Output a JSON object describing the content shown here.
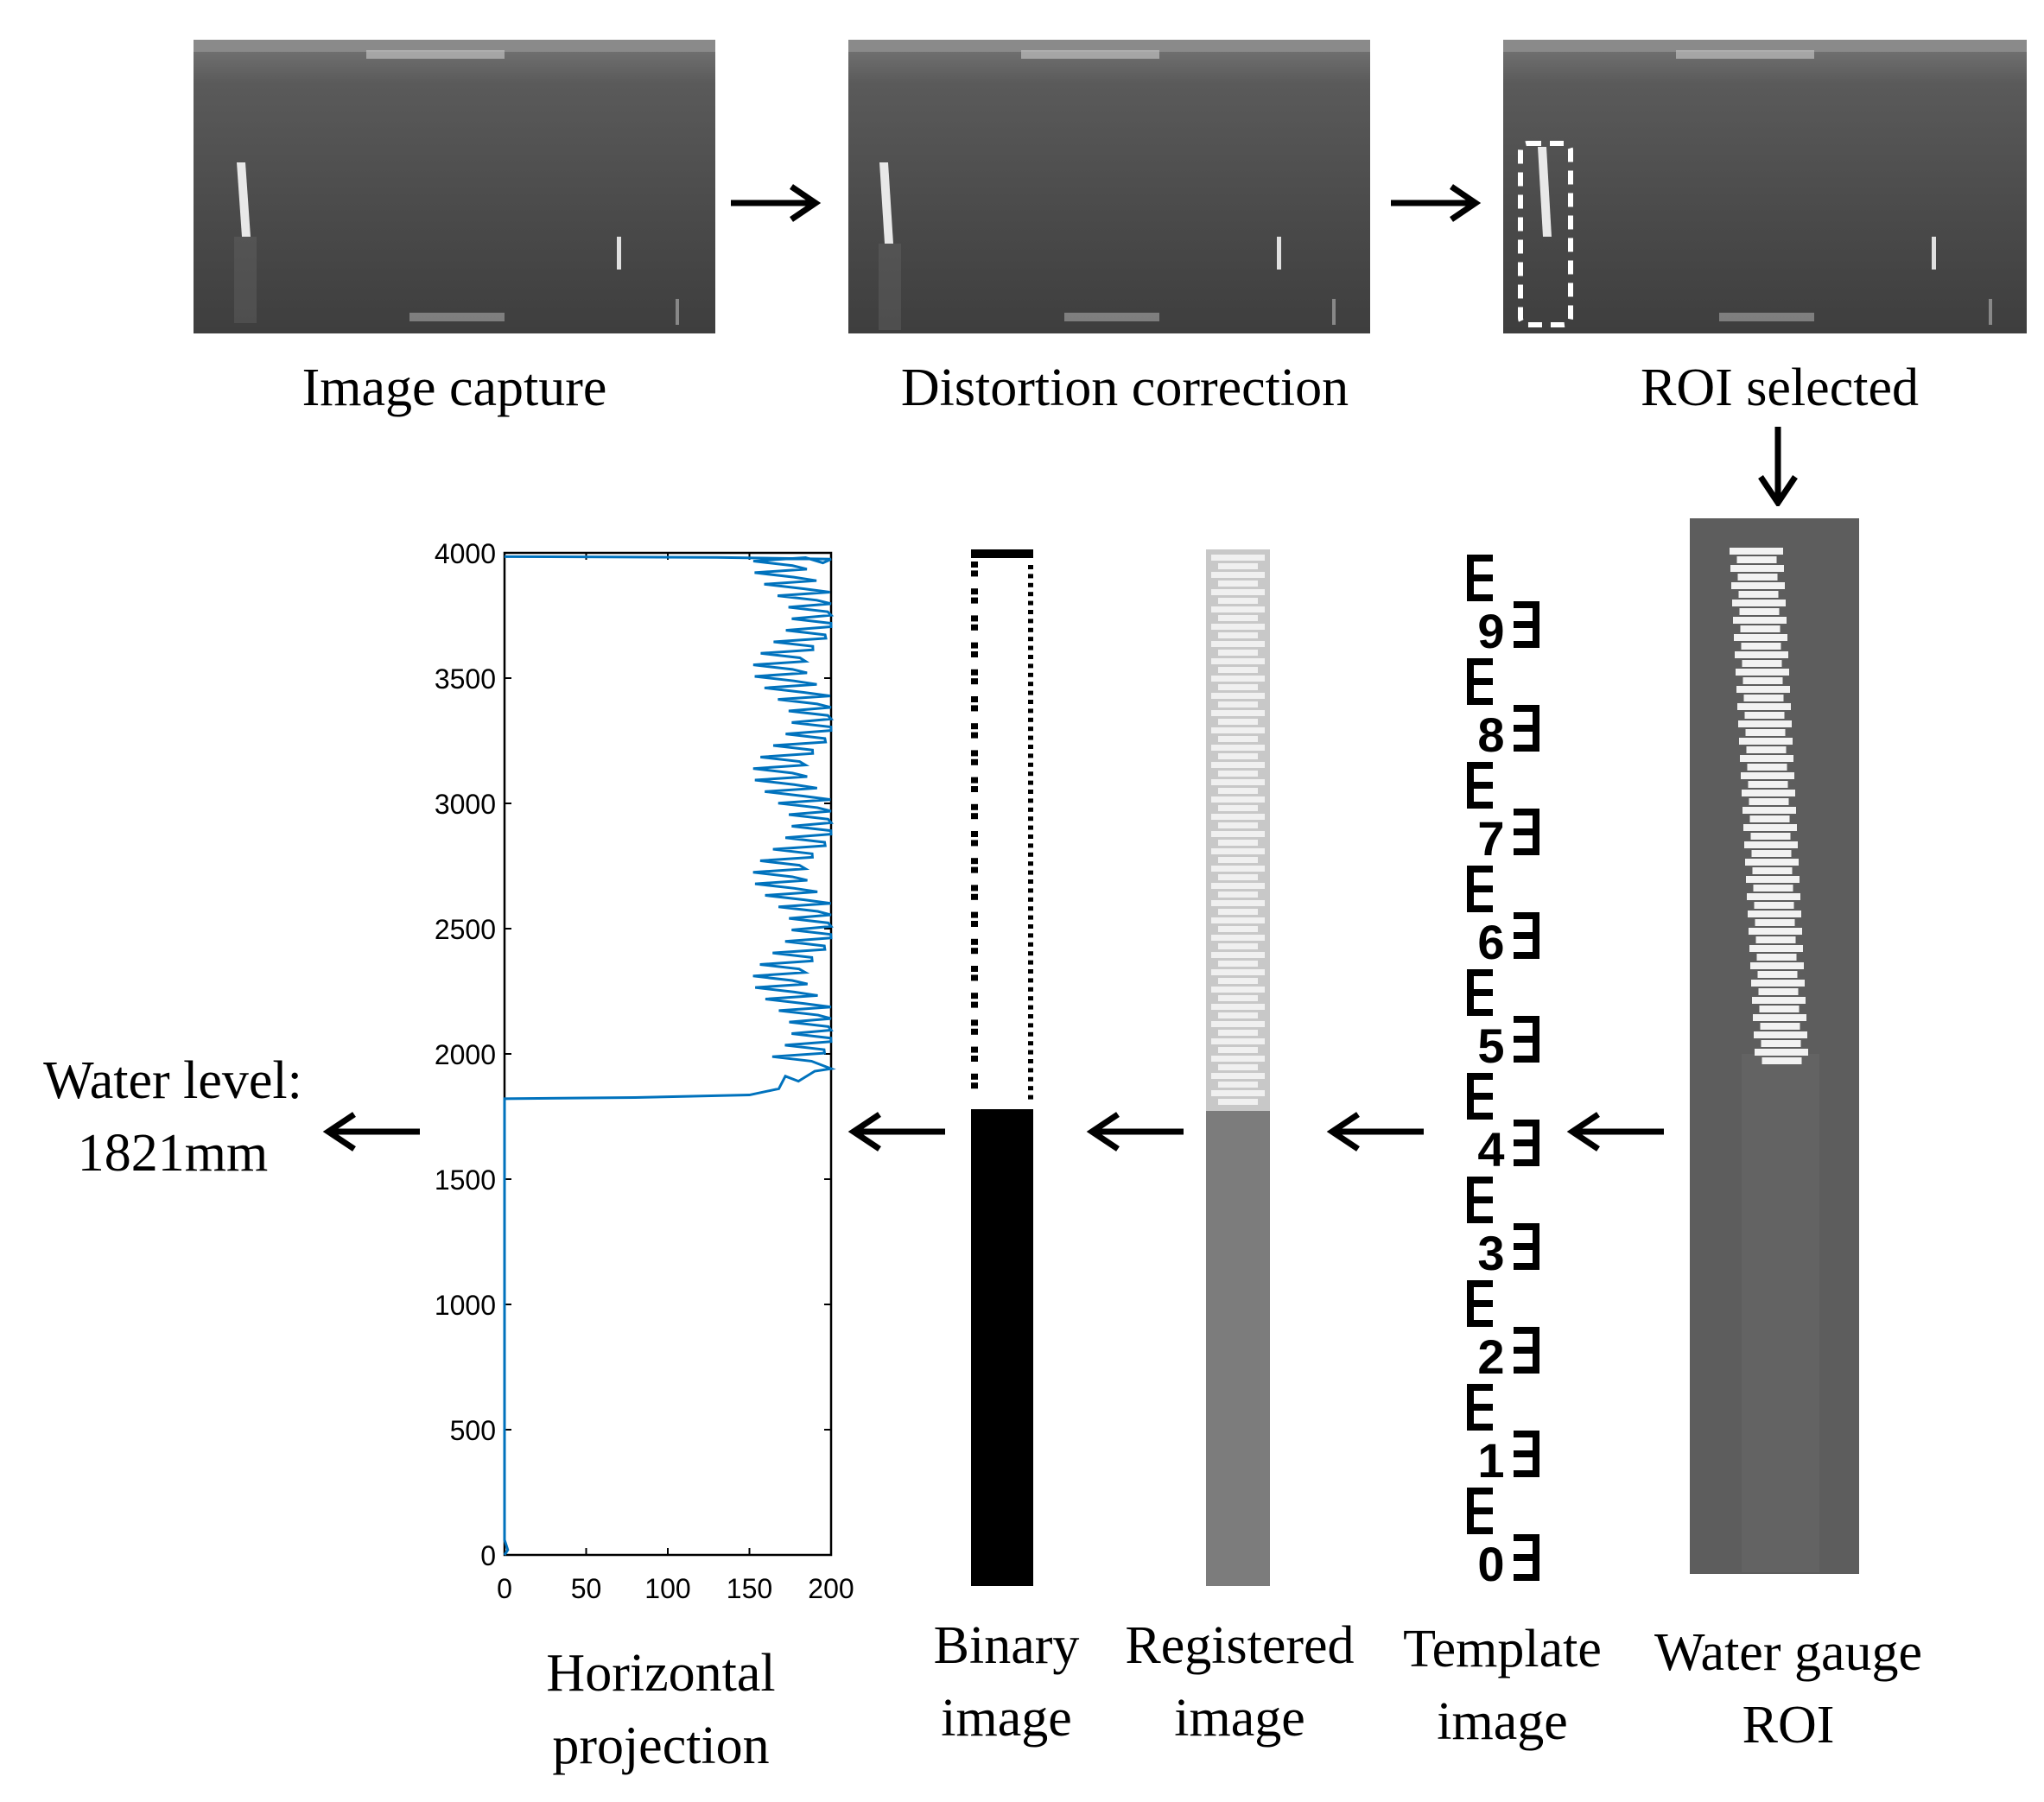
{
  "stages": {
    "capture": "Image capture",
    "distortion": "Distortion correction",
    "roi_selected": "ROI selected",
    "gauge_roi_line1": "Water gauge",
    "gauge_roi_line2": "ROI",
    "template_line1": "Template",
    "template_line2": "image",
    "registered_line1": "Registered",
    "registered_line2": "image",
    "binary_line1": "Binary",
    "binary_line2": "image",
    "projection_line1": "Horizontal",
    "projection_line2": "projection"
  },
  "result": {
    "label": "Water level:",
    "value": "1821mm"
  },
  "template_digits": [
    "9",
    "8",
    "7",
    "6",
    "5",
    "4",
    "3",
    "2",
    "1",
    "0"
  ],
  "chart_data": {
    "type": "line",
    "xlim": [
      0,
      200
    ],
    "ylim": [
      0,
      4000
    ],
    "xticks": [
      "0",
      "50",
      "100",
      "150",
      "200"
    ],
    "yticks": [
      "0",
      "500",
      "1000",
      "1500",
      "2000",
      "2500",
      "3000",
      "3500",
      "4000"
    ],
    "water_level": 1821,
    "color": "#0072bd"
  }
}
